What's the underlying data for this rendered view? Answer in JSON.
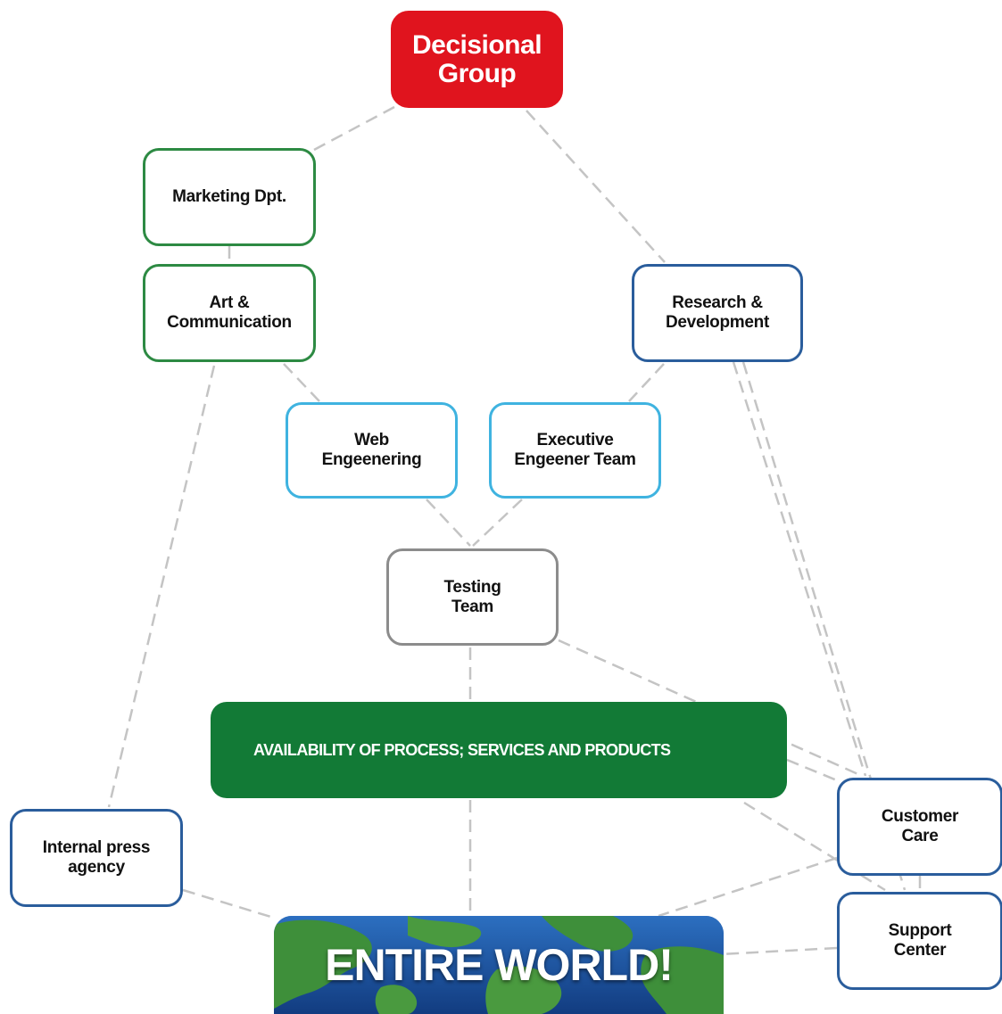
{
  "nodes": {
    "decisional": "Decisional\nGroup",
    "marketing": "Marketing Dpt.",
    "art": "Art &\nCommunication",
    "research": "Research &\nDevelopment",
    "web": "Web\nEngeenering",
    "executive": "Executive\nEngeener Team",
    "testing": "Testing\nTeam",
    "press": "Internal press\nagency",
    "customer": "Customer\nCare",
    "support": "Support\nCenter"
  },
  "banners": {
    "availability": "AVAILABILITY OF PROCESS; SERVICES AND PRODUCTS",
    "world": "ENTIRE WORLD!"
  },
  "colors": {
    "decisional_fill": "#e0141e",
    "availability_fill": "#127a36",
    "green_border": "#2d8a43",
    "blue_border": "#2a5d9c",
    "cyan_border": "#3fb3e0",
    "gray_border": "#8c8c8c",
    "connector": "#c4c4c4",
    "world_ocean": "#1b4f9e",
    "world_land": "#3e8f3a"
  },
  "connections": [
    [
      "decisional",
      "marketing"
    ],
    [
      "decisional",
      "research"
    ],
    [
      "marketing",
      "art"
    ],
    [
      "art",
      "web"
    ],
    [
      "art",
      "press"
    ],
    [
      "research",
      "executive"
    ],
    [
      "research",
      "customer"
    ],
    [
      "research",
      "support"
    ],
    [
      "web",
      "testing"
    ],
    [
      "executive",
      "testing"
    ],
    [
      "testing",
      "availability"
    ],
    [
      "testing",
      "customer"
    ],
    [
      "availability",
      "world"
    ],
    [
      "availability",
      "customer"
    ],
    [
      "availability",
      "support"
    ],
    [
      "press",
      "world"
    ],
    [
      "customer",
      "world"
    ],
    [
      "customer",
      "support"
    ],
    [
      "support",
      "world"
    ]
  ]
}
